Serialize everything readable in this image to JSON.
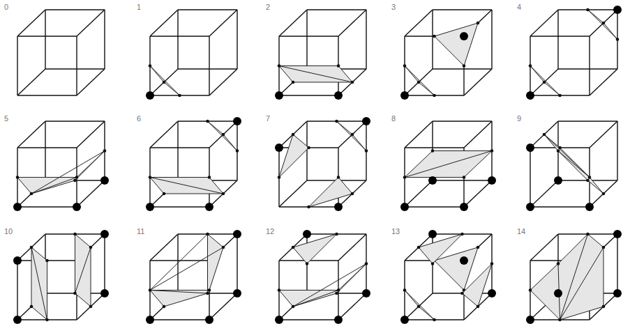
{
  "diagram": {
    "labels": [
      "0",
      "1",
      "2",
      "3",
      "4",
      "5",
      "6",
      "7",
      "8",
      "9",
      "10",
      "11",
      "12",
      "13",
      "14"
    ]
  }
}
